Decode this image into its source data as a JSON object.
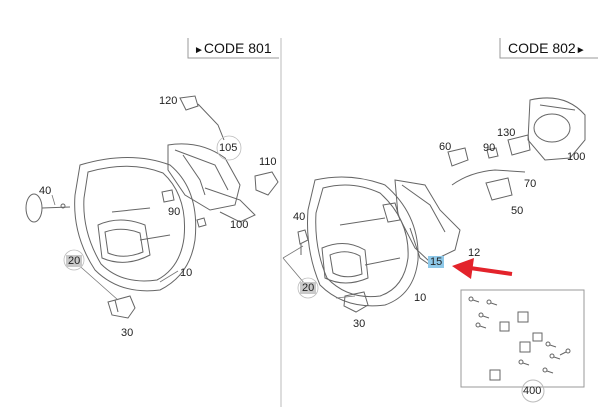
{
  "panels": {
    "left": {
      "code": "CODE 801"
    },
    "right": {
      "code": "CODE 802"
    }
  },
  "callouts": {
    "left": {
      "p120": "120",
      "p105": "105",
      "p110": "110",
      "p40": "40",
      "p90": "90",
      "p100": "100",
      "p20": "20",
      "p10": "10",
      "p30": "30"
    },
    "right": {
      "p130": "130",
      "p60": "60",
      "p90": "90",
      "p100": "100",
      "p70": "70",
      "p50": "50",
      "p40": "40",
      "p12": "12",
      "p15": "15",
      "p20": "20",
      "p10": "10",
      "p30": "30",
      "p400": "400"
    }
  },
  "colors": {
    "line": "#555555",
    "divider": "#bbbbbb",
    "arrow": "#e3232b",
    "highlight": "#8ec8e8",
    "shade": "#c9c9c9"
  },
  "icons": {
    "code_arrow": "triangle-right-icon",
    "pointer": "red-arrow-icon"
  }
}
